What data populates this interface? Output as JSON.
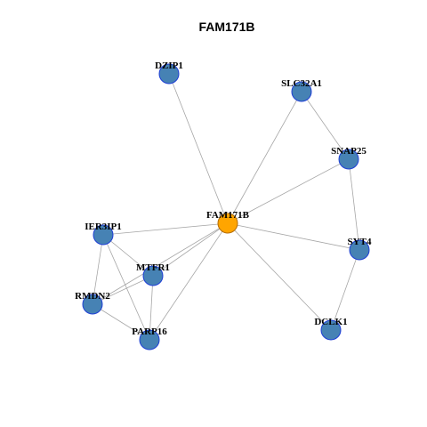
{
  "title": "FAM171B",
  "colors": {
    "center_fill": "#FFA500",
    "center_stroke": "#B36B00",
    "node_fill": "#4682B4",
    "node_stroke": "#1F3FD6",
    "edge": "#A6A6A6"
  },
  "nodes": [
    {
      "id": "FAM171B",
      "center": true
    },
    {
      "id": "DZIP1"
    },
    {
      "id": "SLC32A1"
    },
    {
      "id": "SNAP25"
    },
    {
      "id": "SYT4"
    },
    {
      "id": "DCLK1"
    },
    {
      "id": "IER3IP1"
    },
    {
      "id": "MTFR1"
    },
    {
      "id": "RMDN2"
    },
    {
      "id": "PARP16"
    }
  ],
  "edges": [
    [
      "FAM171B",
      "DZIP1"
    ],
    [
      "FAM171B",
      "SLC32A1"
    ],
    [
      "FAM171B",
      "SNAP25"
    ],
    [
      "FAM171B",
      "SYT4"
    ],
    [
      "FAM171B",
      "DCLK1"
    ],
    [
      "FAM171B",
      "IER3IP1"
    ],
    [
      "FAM171B",
      "MTFR1"
    ],
    [
      "FAM171B",
      "RMDN2"
    ],
    [
      "FAM171B",
      "PARP16"
    ],
    [
      "SLC32A1",
      "SNAP25"
    ],
    [
      "SNAP25",
      "SYT4"
    ],
    [
      "SYT4",
      "DCLK1"
    ],
    [
      "IER3IP1",
      "MTFR1"
    ],
    [
      "IER3IP1",
      "RMDN2"
    ],
    [
      "IER3IP1",
      "PARP16"
    ],
    [
      "MTFR1",
      "RMDN2"
    ],
    [
      "MTFR1",
      "PARP16"
    ],
    [
      "RMDN2",
      "PARP16"
    ]
  ]
}
